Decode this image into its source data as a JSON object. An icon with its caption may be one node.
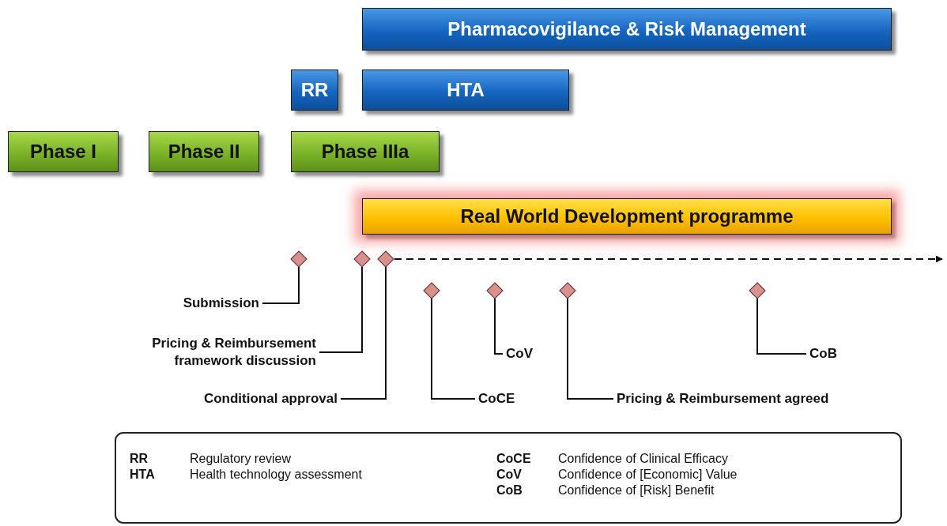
{
  "diagram": {
    "nodes": [
      {
        "text": [
          "Pharmacovigilance & Risk Management"
        ]
      },
      {
        "text": [
          "RR"
        ]
      },
      {
        "text": [
          "HTA"
        ]
      },
      {
        "text": [
          "Phase I"
        ]
      },
      {
        "text": [
          "Phase II"
        ]
      },
      {
        "text": [
          "Phase IIIa"
        ]
      },
      {
        "text": [
          "Real World Development programme"
        ]
      },
      {
        "text": [],
        "shape": "diamond"
      },
      {
        "text": [],
        "shape": "diamond"
      },
      {
        "text": [],
        "shape": "diamond"
      },
      {
        "text": [],
        "shape": "diamond"
      },
      {
        "text": [],
        "shape": "diamond"
      },
      {
        "text": [],
        "shape": "diamond"
      },
      {
        "text": [],
        "shape": "diamond"
      },
      {
        "text": [
          "Submission"
        ]
      },
      {
        "text": [
          "Pricing & Reimbursement framework discussion"
        ]
      },
      {
        "text": [
          "CoV"
        ]
      },
      {
        "text": [
          "CoB"
        ]
      },
      {
        "text": [
          "Conditional approval"
        ]
      },
      {
        "text": [
          "CoCE"
        ]
      },
      {
        "text": [
          "Pricing & Reimbursement agreed"
        ]
      }
    ],
    "edges": [
      {
        "from": 14,
        "to": 7,
        "arrow": "none"
      },
      {
        "from": 15,
        "to": 8,
        "arrow": "none"
      },
      {
        "from": 18,
        "to": 9,
        "arrow": "none"
      },
      {
        "from": 19,
        "to": 10,
        "arrow": "none"
      },
      {
        "from": 16,
        "to": 11,
        "arrow": "none"
      },
      {
        "from": 20,
        "to": 12,
        "arrow": "none"
      },
      {
        "from": 17,
        "to": 13,
        "arrow": "none"
      },
      {
        "from": 9,
        "to": null,
        "arrow": "to",
        "style": "dashed"
      }
    ],
    "labels": [
      "RR",
      "Regulatory review",
      "CoCE",
      "Confidence of Clinical Efficacy",
      "HTA",
      "Health technology assessment",
      "CoV",
      "Confidence of [Economic] Value",
      "CoB",
      "Confidence of [Risk] Benefit"
    ]
  }
}
